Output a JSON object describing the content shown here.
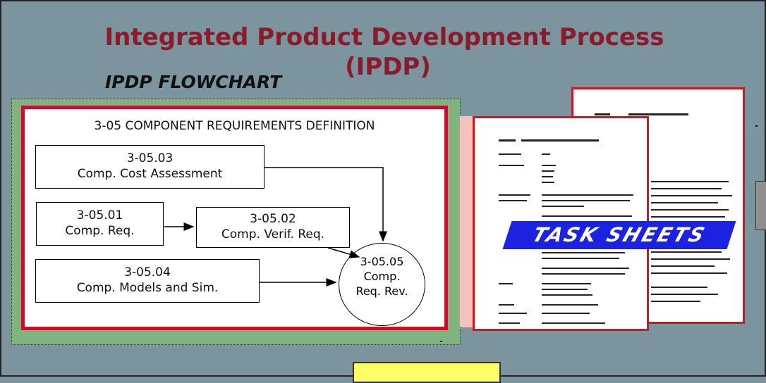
{
  "slide": {
    "title_line1": "Integrated Product Development Process",
    "title_line2": "(IPDP)",
    "subtitle": "IPDP FLOWCHART"
  },
  "flowchart": {
    "heading": "3-05  COMPONENT REQUIREMENTS DEFINITION",
    "boxes": [
      {
        "id": "3-05.03",
        "label": "Comp. Cost Assessment"
      },
      {
        "id": "3-05.01",
        "label": "Comp. Req."
      },
      {
        "id": "3-05.02",
        "label": "Comp. Verif. Req."
      },
      {
        "id": "3-05.04",
        "label": "Comp. Models and Sim."
      }
    ],
    "review": {
      "id": "3-05.05",
      "line1": "Comp.",
      "line2": "Req. Rev."
    }
  },
  "document_stamp": "TASK SHEETS",
  "colors": {
    "background": "#7b949e",
    "title": "#8b1a2b",
    "panel_border": "#c8102e",
    "green_frame": "#7fb37f",
    "stamp": "#1c23e0",
    "yellow_box": "#ffff66"
  }
}
